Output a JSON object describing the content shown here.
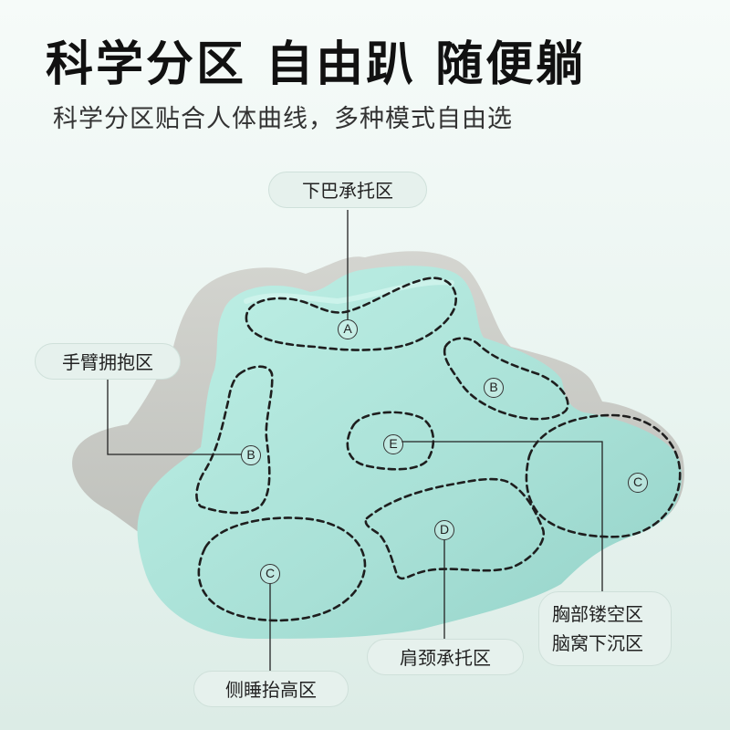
{
  "headline": "科学分区 自由趴 随便躺",
  "subtitle": "科学分区贴合人体曲线，多种模式自由选",
  "colors": {
    "pillow_top": "#a9e1d8",
    "pillow_side": "#c9cbc6",
    "label_bg": "#e6f1ed",
    "zone_outline": "#1e1e1e"
  },
  "labels": {
    "chin": "下巴承托区",
    "arm": "手臂拥抱区",
    "chest_line1": "胸部镂空区",
    "chest_line2": "脑窝下沉区",
    "shoulder": "肩颈承托区",
    "side_sleep": "侧睡抬高区"
  },
  "markers": {
    "a": "A",
    "b_left": "B",
    "b_right": "B",
    "c_left": "C",
    "c_right": "C",
    "d": "D",
    "e": "E"
  }
}
